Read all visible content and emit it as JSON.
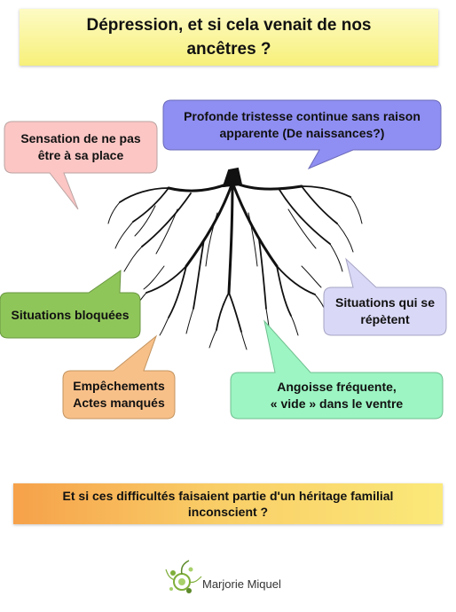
{
  "title": "Dépression, et si cela venait de nos ancêtres ?",
  "bubbles": {
    "sensation": "Sensation de ne pas être à sa place",
    "tristesse": "Profonde tristesse continue sans raison apparente (De naissances?)",
    "bloquees": "Situations bloquées",
    "repetent": "Situations qui se répètent",
    "empechements_line1": "Empêchements",
    "empechements_line2": "Actes manqués",
    "angoisse_line1": "Angoisse fréquente,",
    "angoisse_line2": "« vide » dans le ventre"
  },
  "colors": {
    "title_banner": "#f7f07a",
    "sensation": "#fbc6c4",
    "tristesse": "#8f8ef2",
    "bloquees": "#8fc65a",
    "repetent": "#d9d8f6",
    "empechements": "#f8c089",
    "angoisse": "#9cf5c2",
    "root": "#111111"
  },
  "question": "Et si ces difficultés faisaient partie d'un héritage familial inconscient ?",
  "author": "Marjorie Miquel"
}
